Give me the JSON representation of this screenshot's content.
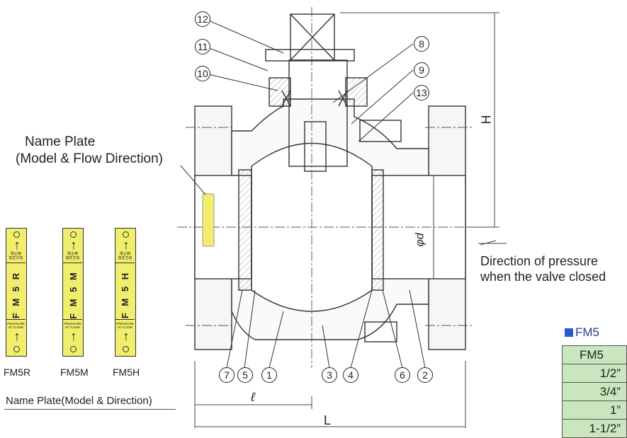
{
  "callouts": [
    "12",
    "11",
    "10",
    "8",
    "9",
    "13",
    "7",
    "5",
    "1",
    "3",
    "4",
    "6",
    "2"
  ],
  "dimensions": {
    "H": "H",
    "L": "L",
    "l": "ℓ",
    "d": "φd"
  },
  "name_plate_callout": "Name Plate\n(Model & Flow Direction)",
  "name_plate_callout_line1": "Name Plate",
  "name_plate_callout_line2": "(Model & Flow Direction)",
  "pressure_note_line1": "Direction of pressure",
  "pressure_note_line2": "when the valve closed",
  "plates": [
    {
      "model": "FM5R",
      "vertical": "F M 5 R",
      "jp": "閉止時\n加圧方向",
      "pressure": "PRESSURE\nAT CLOSE"
    },
    {
      "model": "FM5M",
      "vertical": "F M 5 M",
      "jp": "閉止時\n加圧方向",
      "pressure": "PRESSURE\nAT CLOSE"
    },
    {
      "model": "FM5H",
      "vertical": "F M 5 H",
      "jp": "閉止時\n加圧方向",
      "pressure": "PRESSURE\nAT CLOSE"
    }
  ],
  "plates_caption": "Name Plate(Model & Direction)",
  "table": {
    "section_title": "FM5",
    "header": "FM5",
    "rows": [
      "1/2”",
      "3/4”",
      "1”",
      "1-1/2”"
    ]
  },
  "colors": {
    "plate_fill": "#f0ee6c",
    "table_fill": "#c9e6be",
    "accent": "#2a5ad0",
    "line": "#333333"
  }
}
